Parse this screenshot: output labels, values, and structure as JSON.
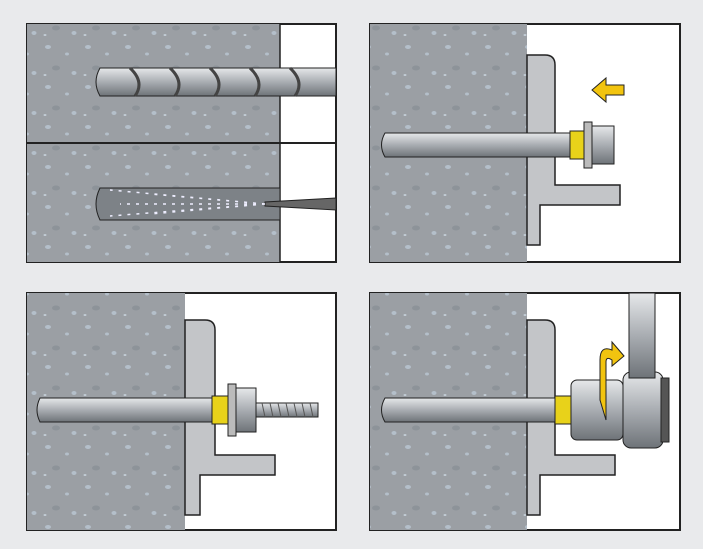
{
  "colors": {
    "background": "#e9eaec",
    "concrete": "#9b9fa4",
    "speckle": "#b4bfca",
    "steel": "#b9bcc0",
    "collar": "#e8d21a",
    "arrow": "#f2c40f",
    "bracket": "#c3c5c8",
    "outline": "#222222"
  },
  "steps": [
    {
      "id": "drill",
      "icon": "drill-bit-icon"
    },
    {
      "id": "clean",
      "icon": "air-blow-icon"
    },
    {
      "id": "insert",
      "icon": "push-arrow-icon"
    },
    {
      "id": "fixed",
      "icon": "anchor-bolt-icon"
    },
    {
      "id": "tighten",
      "icon": "torque-wrench-icon"
    }
  ]
}
